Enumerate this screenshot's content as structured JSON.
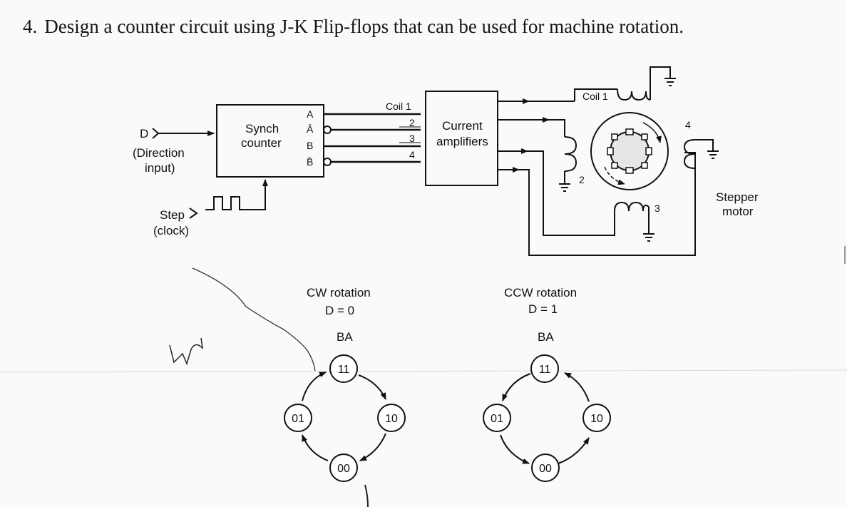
{
  "question": {
    "number": "4.",
    "text": "Design a counter circuit using J-K Flip-flops that can be used for machine rotation."
  },
  "diagram": {
    "d_input": {
      "symbol": "D",
      "label_line1": "(Direction",
      "label_line2": "input)"
    },
    "step_input": {
      "label_line1": "Step",
      "label_line2": "(clock)"
    },
    "synch_counter": {
      "line1": "Synch",
      "line2": "counter"
    },
    "counter_outputs": [
      "A",
      "Ā",
      "B",
      "B̄"
    ],
    "coil_bus_labels": [
      "Coil 1",
      "2",
      "3",
      "4"
    ],
    "amplifiers": {
      "line1": "Current",
      "line2": "amplifiers"
    },
    "coil1_label": "Coil 1",
    "coil_numbers": [
      "2",
      "3",
      "4"
    ],
    "stepper_motor": {
      "line1": "Stepper",
      "line2": "motor"
    }
  },
  "state_diagrams": {
    "cw": {
      "title": "CW rotation",
      "condition": "D = 0",
      "header": "BA",
      "states": [
        "11",
        "10",
        "00",
        "01"
      ]
    },
    "ccw": {
      "title": "CCW rotation",
      "condition": "D = 1",
      "header": "BA",
      "states": [
        "11",
        "10",
        "00",
        "01"
      ]
    }
  }
}
